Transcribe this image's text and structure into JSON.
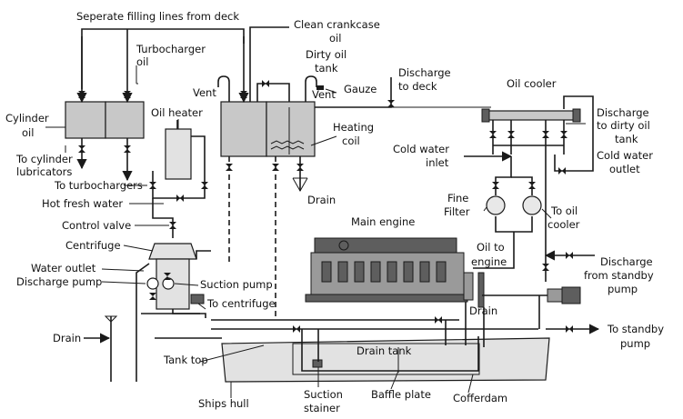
{
  "labels": {
    "separate_filling_lines": "Seperate filling lines from deck",
    "clean_crankcase_line1": "Clean crankcase",
    "clean_crankcase_line2": "oil",
    "turbocharger_oil_line1": "Turbocharger",
    "turbocharger_oil_line2": "oil",
    "dirty_oil_tank_line1": "Dirty oil",
    "dirty_oil_tank_line2": "tank",
    "discharge_to_deck_line1": "Discharge",
    "discharge_to_deck_line2": "to deck",
    "vent_left": "Vent",
    "vent_right": "Vent",
    "gauze": "Gauze",
    "oil_cooler": "Oil cooler",
    "cylinder_oil_line1": "Cylinder",
    "cylinder_oil_line2": "oil",
    "oil_heater": "Oil heater",
    "heating_coil_line1": "Heating",
    "heating_coil_line2": "coil",
    "discharge_dirty_line1": "Discharge",
    "discharge_dirty_line2": "to dirty oil",
    "discharge_dirty_line3": "tank",
    "cold_water_inlet_line1": "Cold water",
    "cold_water_inlet_line2": "inlet",
    "cold_water_outlet_line1": "Cold water",
    "cold_water_outlet_line2": "outlet",
    "to_cylinder_lubricators_line1": "To cylinder",
    "to_cylinder_lubricators_line2": "lubricators",
    "to_turbochargers": "To turbochargers",
    "drain_top": "Drain",
    "fine_filter_line1": "Fine",
    "fine_filter_line2": "Filter",
    "to_oil_cooler_line1": "To oil",
    "to_oil_cooler_line2": "cooler",
    "hot_fresh_water": "Hot fresh water",
    "main_engine": "Main engine",
    "control_valve": "Control valve",
    "oil_to_engine_line1": "Oil to",
    "oil_to_engine_line2": "engine",
    "centrifuge": "Centrifuge",
    "discharge_standby_line1": "Discharge",
    "discharge_standby_line2": "from standby",
    "discharge_standby_line3": "pump",
    "water_outlet": "Water outlet",
    "suction_pump": "Suction pump",
    "discharge_pump": "Discharge pump",
    "to_centrifuge": "To centrifuge",
    "drain_engine": "Drain",
    "to_standby_pump_line1": "To standby",
    "to_standby_pump_line2": "pump",
    "drain_left": "Drain",
    "drain_tank": "Drain tank",
    "tank_top": "Tank top",
    "ships_hull": "Ships hull",
    "suction_stainer_line1": "Suction",
    "suction_stainer_line2": "stainer",
    "baffle_plate": "Baffle plate",
    "cofferdam": "Cofferdam"
  }
}
